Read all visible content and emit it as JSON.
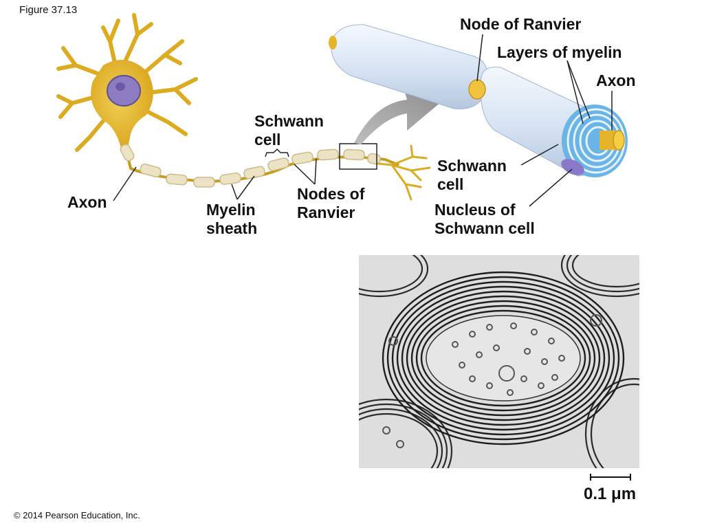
{
  "figure": {
    "label": "Figure 37.13"
  },
  "labels": {
    "axon_left": "Axon",
    "schwann_cell_top_1": "Schwann",
    "schwann_cell_top_2": "cell",
    "myelin_sheath_1": "Myelin",
    "myelin_sheath_2": "sheath",
    "nodes_of_ranvier_1": "Nodes of",
    "nodes_of_ranvier_2": "Ranvier",
    "node_of_ranvier": "Node of Ranvier",
    "layers_of_myelin": "Layers of myelin",
    "axon_right": "Axon",
    "schwann_cell_right_1": "Schwann",
    "schwann_cell_right_2": "cell",
    "nucleus_1": "Nucleus of",
    "nucleus_2": "Schwann cell"
  },
  "scale": {
    "value": "0.1",
    "unit": "μm"
  },
  "footer": {
    "copyright": "© 2014 Pearson Education, Inc."
  },
  "colors": {
    "neuron": "#e3b424",
    "myelin_segment": "#ece4c6",
    "sheath_blue": "#d9e6f4",
    "sheath_cut": "#6ab4e6",
    "nucleus": "#8a78c8",
    "arrow": "#9c9c9c"
  }
}
